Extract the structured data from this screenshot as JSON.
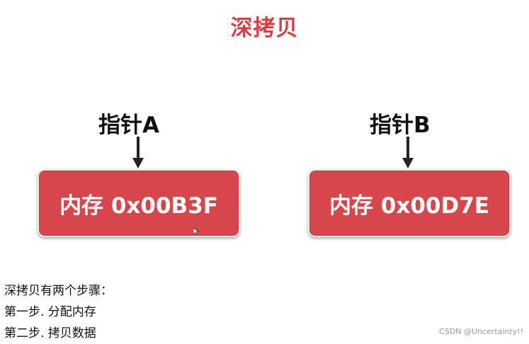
{
  "title": "深拷贝",
  "pointers": [
    {
      "label": "指针A",
      "memory": "内存 0x00B3F"
    },
    {
      "label": "指针B",
      "memory": "内存 0x00D7E"
    }
  ],
  "notes": [
    "深拷贝有两个步骤：",
    "第一步. 分配内存",
    "第二步. 拷贝数据"
  ],
  "watermark": "CSDN @Uncertainty!!",
  "colors": {
    "title": "#d23f45",
    "box": "#d7464b",
    "box_text": "#ffffff",
    "arrow": "#222222"
  }
}
